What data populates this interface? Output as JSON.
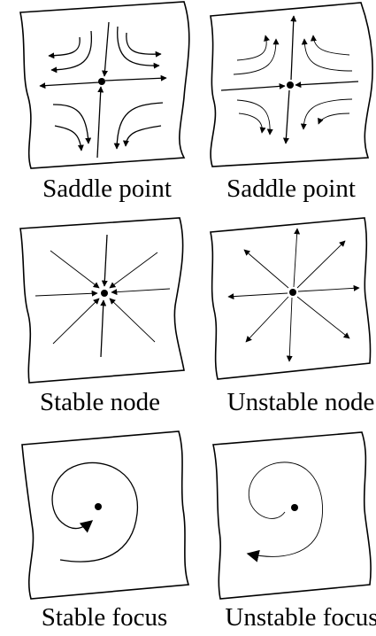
{
  "panels": [
    {
      "id": "saddle-stable-axis",
      "caption": "Saddle point"
    },
    {
      "id": "saddle-unstable-axis",
      "caption": "Saddle point"
    },
    {
      "id": "stable-node",
      "caption": "Stable node"
    },
    {
      "id": "unstable-node",
      "caption": "Unstable node"
    },
    {
      "id": "stable-focus",
      "caption": "Stable focus"
    },
    {
      "id": "unstable-focus",
      "caption": "Unstable focus"
    }
  ],
  "colors": {
    "ink": "#000000",
    "background": "#ffffff"
  }
}
